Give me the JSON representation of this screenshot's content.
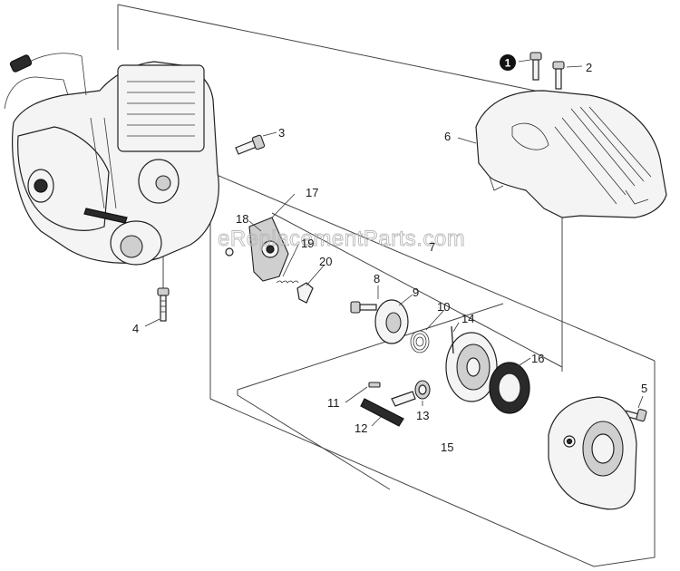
{
  "watermark": "eReplacementParts.com",
  "callouts": [
    {
      "id": "1",
      "label": "1",
      "highlighted": true
    },
    {
      "id": "2",
      "label": "2"
    },
    {
      "id": "3",
      "label": "3"
    },
    {
      "id": "4",
      "label": "4"
    },
    {
      "id": "5",
      "label": "5"
    },
    {
      "id": "6",
      "label": "6"
    },
    {
      "id": "7",
      "label": "7"
    },
    {
      "id": "8",
      "label": "8"
    },
    {
      "id": "9",
      "label": "9"
    },
    {
      "id": "10",
      "label": "10"
    },
    {
      "id": "11",
      "label": "11"
    },
    {
      "id": "12",
      "label": "12"
    },
    {
      "id": "13",
      "label": "13"
    },
    {
      "id": "14",
      "label": "14"
    },
    {
      "id": "15",
      "label": "15"
    },
    {
      "id": "16",
      "label": "16"
    },
    {
      "id": "17",
      "label": "17"
    },
    {
      "id": "18",
      "label": "18"
    },
    {
      "id": "19",
      "label": "19"
    },
    {
      "id": "20",
      "label": "20"
    }
  ],
  "colors": {
    "line": "#333333",
    "part_fill": "#f4f4f4",
    "dark_part": "#2a2a2a",
    "watermark": "#b8b8b8"
  }
}
